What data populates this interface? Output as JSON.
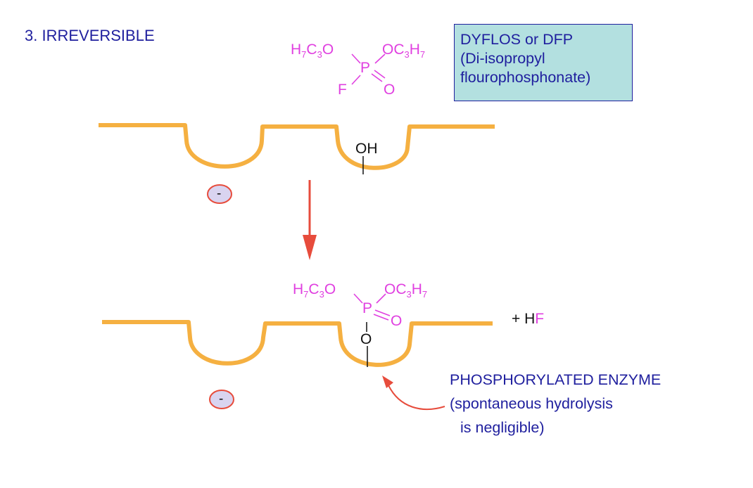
{
  "heading": "3.  IRREVERSIBLE",
  "inhibitor_box": {
    "line1": "DYFLOS or DFP",
    "line2": "(Di-isopropyl",
    "line3": "flourophosphonate)"
  },
  "molecule_top": {
    "left_group": [
      "H",
      "7",
      "C",
      "3",
      "O"
    ],
    "right_group": [
      "OC",
      "3",
      "H",
      "7"
    ],
    "center_atom": "P",
    "left_sub": "F",
    "right_sub": "O"
  },
  "enzyme_top": {
    "hydroxyl": "OH",
    "anionic_site": "-"
  },
  "molecule_bottom": {
    "left_group": [
      "H",
      "7",
      "C",
      "3",
      "O"
    ],
    "right_group": [
      "OC",
      "3",
      "H",
      "7"
    ],
    "center_atom": "P",
    "double_o": "O",
    "linker_o": "O"
  },
  "byproduct": {
    "plus_h": "+ H",
    "f": "F"
  },
  "enzyme_bottom": {
    "anionic_site": "-"
  },
  "annotation": {
    "line1": "PHOSPHORYLATED ENZYME",
    "line2": "(spontaneous hydrolysis",
    "line3": "is negligible)"
  },
  "colors": {
    "enzyme": "#f5b041",
    "text_blue": "#1f1f9e",
    "molecule_pink": "#e040e0",
    "arrow_red": "#e74c3c",
    "box_fill": "#b3e0e0",
    "site_fill": "#d9d4f0"
  }
}
